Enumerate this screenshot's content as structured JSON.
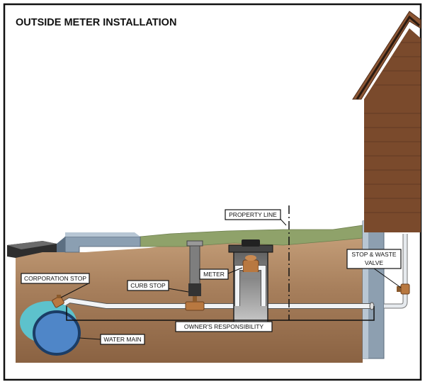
{
  "title": "OUTSIDE METER INSTALLATION",
  "labels": {
    "property_line": "PROPERTY LINE",
    "stop_waste_line1": "STOP & WASTE",
    "stop_waste_line2": "VALVE",
    "meter": "METER",
    "corporation_stop": "CORPORATION STOP",
    "curb_stop": "CURB STOP",
    "owners_responsibility": "OWNER'S RESPONSIBILITY",
    "water_main": "WATER MAIN"
  },
  "colors": {
    "frame": "#111111",
    "soil": "#a57f5c",
    "soil_top": "#c49e78",
    "grass": "#8fa26a",
    "sidewalk": "#8b9fb2",
    "house": "#7a4a2c",
    "pipe": "#f1f3f5",
    "water_main": "#5b8fc9",
    "valve": "#b87840"
  }
}
